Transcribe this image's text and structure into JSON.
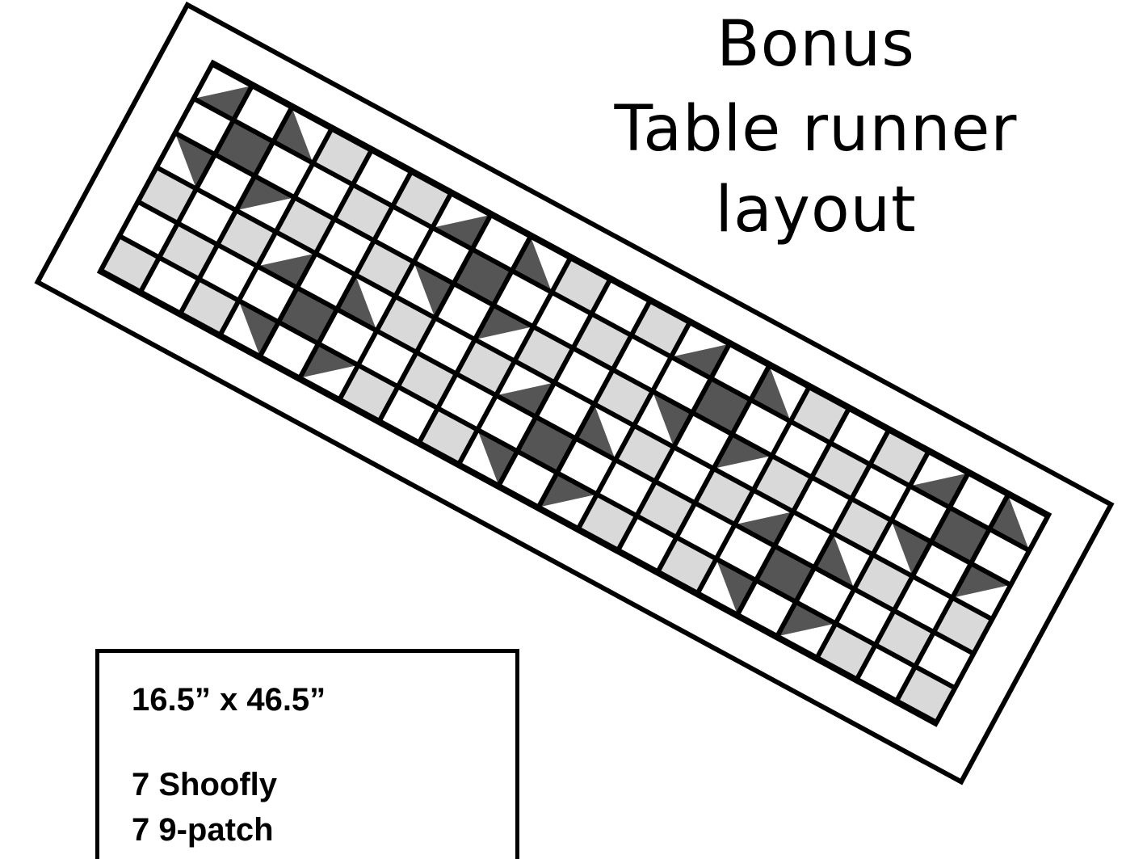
{
  "title": {
    "line1": "Bonus",
    "line2": "Table runner layout"
  },
  "info": {
    "dimensions": "16.5” x 46.5”",
    "block_1": "7 Shoofly",
    "block_2": "7 9-patch"
  },
  "quilt": {
    "blocks_across": 2,
    "blocks_along": 7,
    "cells_per_block": 3,
    "colors": {
      "dark": "#555555",
      "light": "#d9d9d9",
      "background": "#ffffff",
      "line": "#000000"
    }
  }
}
